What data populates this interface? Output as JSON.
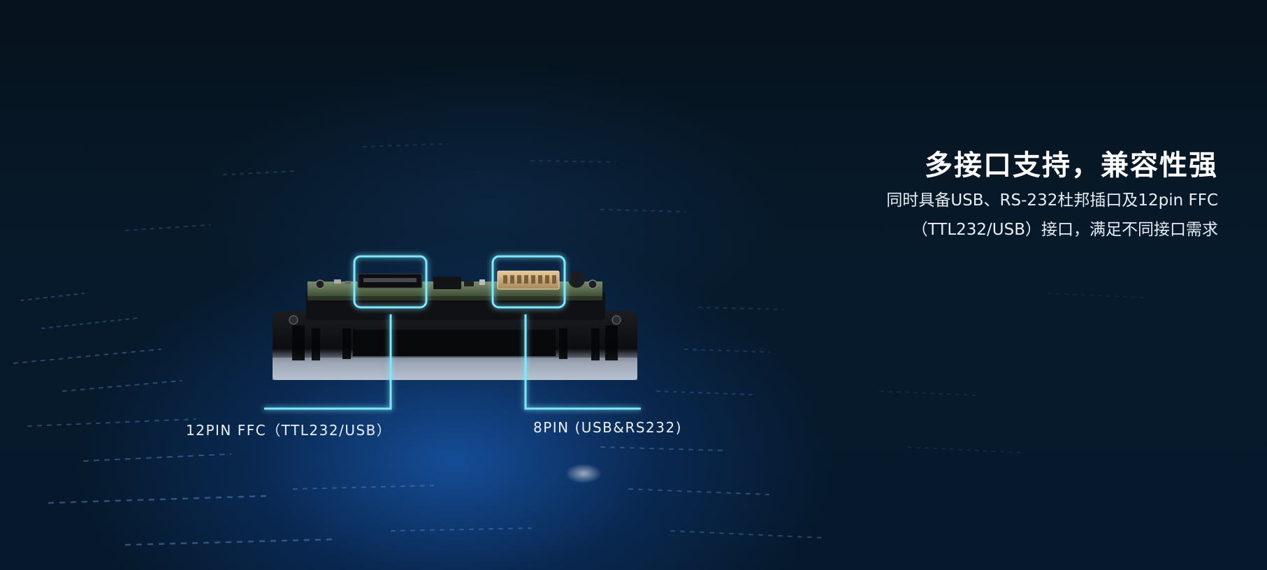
{
  "feature": {
    "title": "多接口支持，兼容性强",
    "description_lines": [
      "同时具备USB、RS-232杜邦插口及12pin FFC",
      "（TTL232/USB）接口，满足不同接口需求"
    ]
  },
  "callouts": [
    {
      "label": "12PIN FFC（TTL232/USB）"
    },
    {
      "label": "8PIN (USB&RS232)"
    }
  ],
  "colors": {
    "background": "#061522",
    "glow": "#1856aa",
    "highlight": "#6fe6ff",
    "text": "#ffffff"
  }
}
